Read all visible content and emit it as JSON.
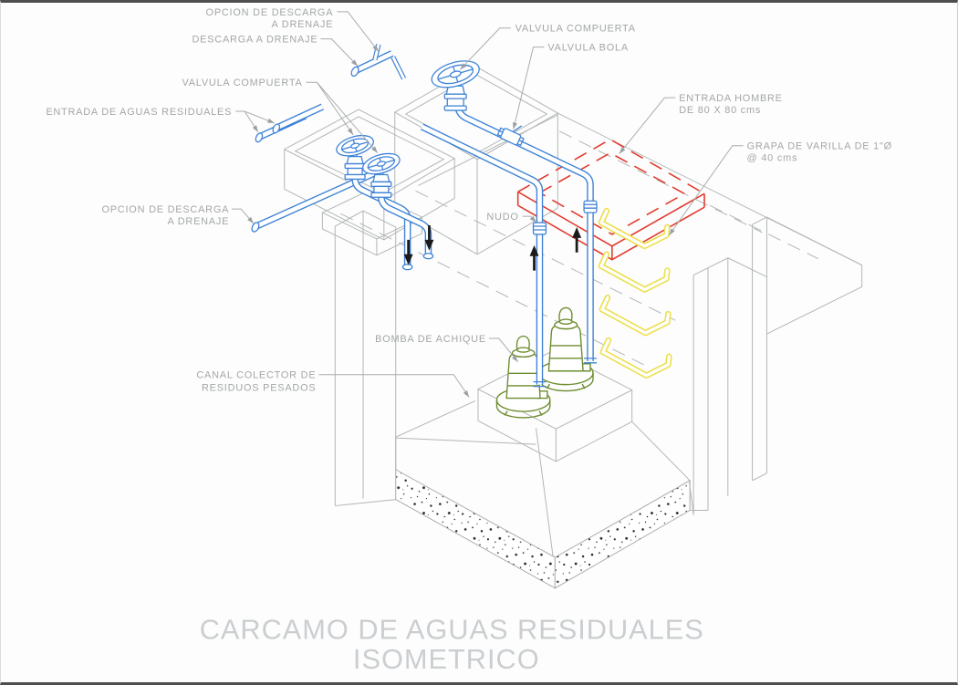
{
  "title": {
    "line1": "CARCAMO DE AGUAS RESIDUALES",
    "line2": "ISOMETRICO"
  },
  "labels": {
    "opcion_descarga_top": {
      "line1": "OPCION DE DESCARGA",
      "line2": "A DRENAJE"
    },
    "descarga_drenaje": {
      "text": "DESCARGA A DRENAJE"
    },
    "valvula_compuerta_top": {
      "text": "VALVULA COMPUERTA"
    },
    "valvula_bola": {
      "text": "VALVULA BOLA"
    },
    "valvula_compuerta_left": {
      "text": "VALVULA COMPUERTA"
    },
    "entrada_aguas_residuales": {
      "text": "ENTRADA DE AGUAS RESIDUALES"
    },
    "opcion_descarga_left": {
      "line1": "OPCION DE DESCARGA",
      "line2": "A DRENAJE"
    },
    "entrada_hombre": {
      "line1": "ENTRADA HOMBRE",
      "line2": "DE 80 X 80 cms"
    },
    "grapa_varilla": {
      "line1": "GRAPA DE VARILLA DE 1\"Ø",
      "line2": "@ 40 cms"
    },
    "nudo": {
      "text": "NUDO"
    },
    "bomba_achique": {
      "text": "BOMBA DE ACHIQUE"
    },
    "canal_colector": {
      "line1": "CANAL COLECTOR DE",
      "line2": "RESIDUOS PESADOS"
    }
  },
  "colors": {
    "pipe_blue": "#3f83d6",
    "hidden_red": "#e23b2e",
    "rebar_yellow": "#ecdf4b",
    "pump_green": "#6c8c2e",
    "structure_gray": "#b2b5b7",
    "label_gray": "#a3a6a8",
    "title_gray": "#cbced0",
    "flow_arrow_black": "#1b1b1b",
    "border_dark": "#4e4e4e"
  }
}
